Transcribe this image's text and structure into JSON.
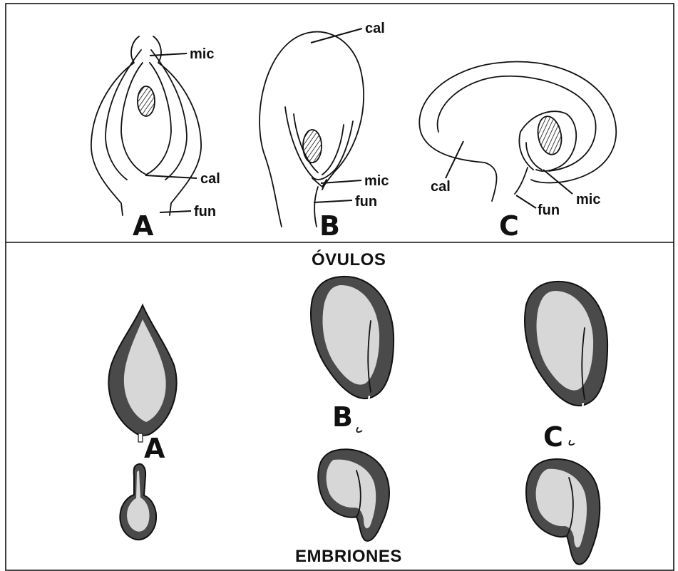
{
  "top_panel": {
    "A": {
      "letter": "A",
      "labels": {
        "mic": "mic",
        "cal": "cal",
        "fun": "fun"
      }
    },
    "B": {
      "letter": "B",
      "labels": {
        "cal": "cal",
        "mic": "mic",
        "fun": "fun"
      }
    },
    "C": {
      "letter": "C",
      "labels": {
        "cal": "cal",
        "fun": "fun",
        "mic": "mic"
      }
    }
  },
  "bottom_panel": {
    "ovules_title": "ÓVULOS",
    "embryos_title": "EMBRIONES",
    "ovule_letters": [
      "A",
      "B",
      "C"
    ]
  },
  "colors": {
    "ink": "#111111",
    "background": "#ffffff"
  }
}
